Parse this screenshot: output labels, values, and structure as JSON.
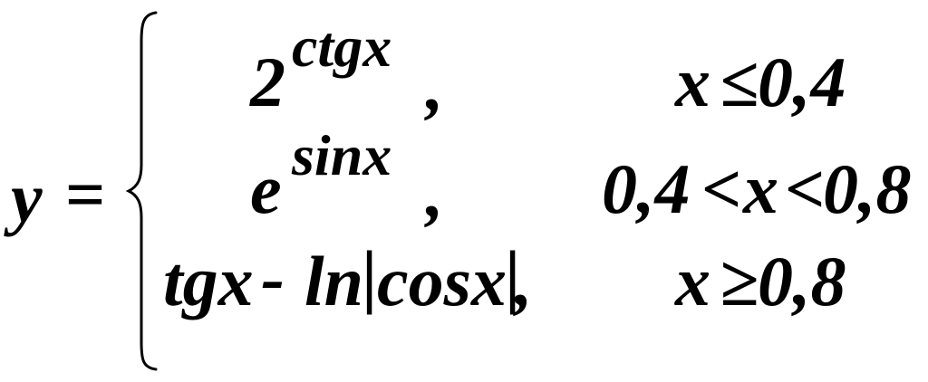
{
  "lhs": {
    "variable": "y",
    "equals": "="
  },
  "cases": [
    {
      "base": "2",
      "exponent": "ctgx",
      "separator": ",",
      "condition": {
        "left": "x",
        "relation": "≤",
        "right": "0,4"
      }
    },
    {
      "base": "e",
      "exponent": "sinx",
      "separator": ",",
      "condition": {
        "lower": "0,4",
        "rel1": "<",
        "variable": "x",
        "rel2": "<",
        "upper": "0,8"
      }
    },
    {
      "term1": "tgx",
      "minus": "-",
      "func": "ln",
      "abs_bar": "|",
      "arg": "cosx",
      "separator": ",",
      "condition": {
        "left": "x",
        "relation": "≥",
        "right": "0,8"
      }
    }
  ],
  "colors": {
    "text": "#000000",
    "background": "#ffffff"
  }
}
